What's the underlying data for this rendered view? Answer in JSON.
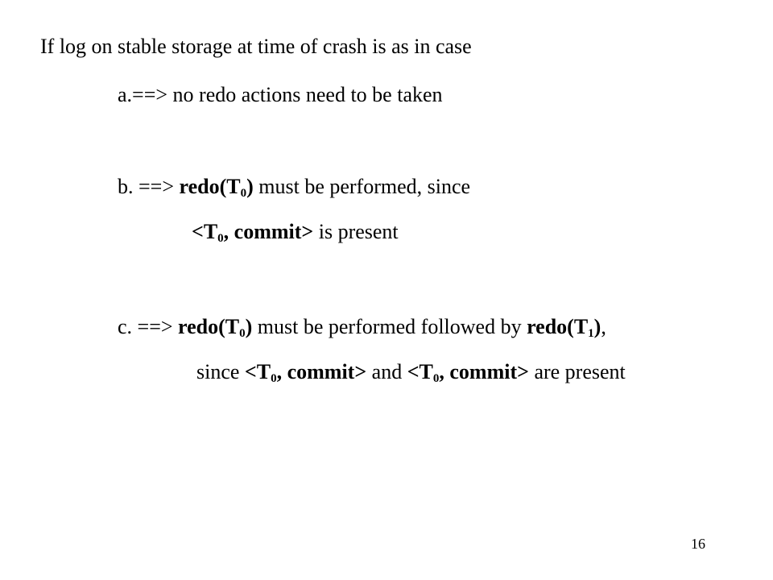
{
  "slide": {
    "intro": "If log on stable storage at time of crash is as in case",
    "case_a": {
      "text": "a.==> no redo actions need to be taken"
    },
    "case_b": {
      "prefix": "b. ==> ",
      "redo_open": "redo(T",
      "sub0": "0",
      "redo_close": ")",
      "middle": " must be performed, since",
      "commit_open": "<T",
      "commit_sub": "0",
      "commit_close": ", commit>",
      "suffix": " is present"
    },
    "case_c": {
      "prefix": "c. ==> ",
      "redo0_open": "redo(T",
      "redo0_sub": "0",
      "redo0_close": ")",
      "middle": " must be performed followed by ",
      "redo1_open": "redo(T",
      "redo1_sub": "1",
      "redo1_close": ")",
      "comma": ",",
      "since": "since ",
      "commitA_open": "<T",
      "commitA_sub": "0",
      "commitA_close": ", commit>",
      "and": " and ",
      "commitB_open": "<T",
      "commitB_sub": "0",
      "commitB_close": ", commit>",
      "suffix": " are present"
    },
    "page_number": "16"
  }
}
